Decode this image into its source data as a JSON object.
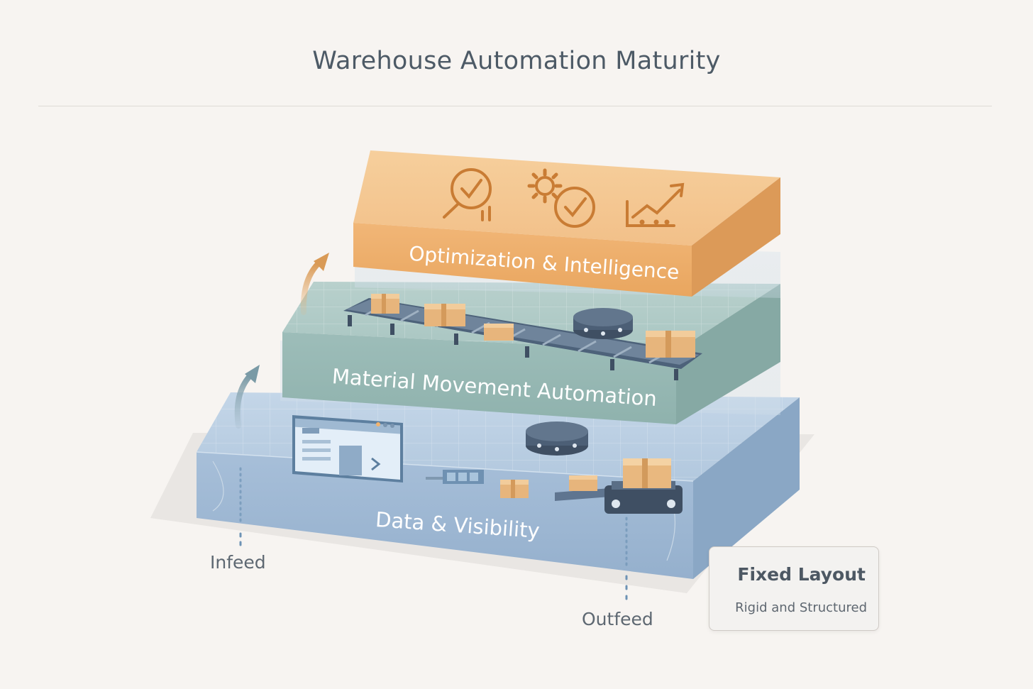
{
  "title": "Warehouse Automation Maturity",
  "layers": [
    {
      "label": "Data & Visibility",
      "color": "#a9c2dc"
    },
    {
      "label": "Material Movement Automation",
      "color": "#9cbcb8"
    },
    {
      "label": "Optimization & Intelligence",
      "color": "#f0b97a"
    }
  ],
  "flow": {
    "infeed": "Infeed",
    "outfeed": "Outfeed"
  },
  "legend": {
    "title": "Fixed Layout",
    "subtitle": "Rigid and Structured"
  },
  "icons": [
    "check-magnifier-icon",
    "gear-check-icon",
    "trend-chart-icon"
  ]
}
